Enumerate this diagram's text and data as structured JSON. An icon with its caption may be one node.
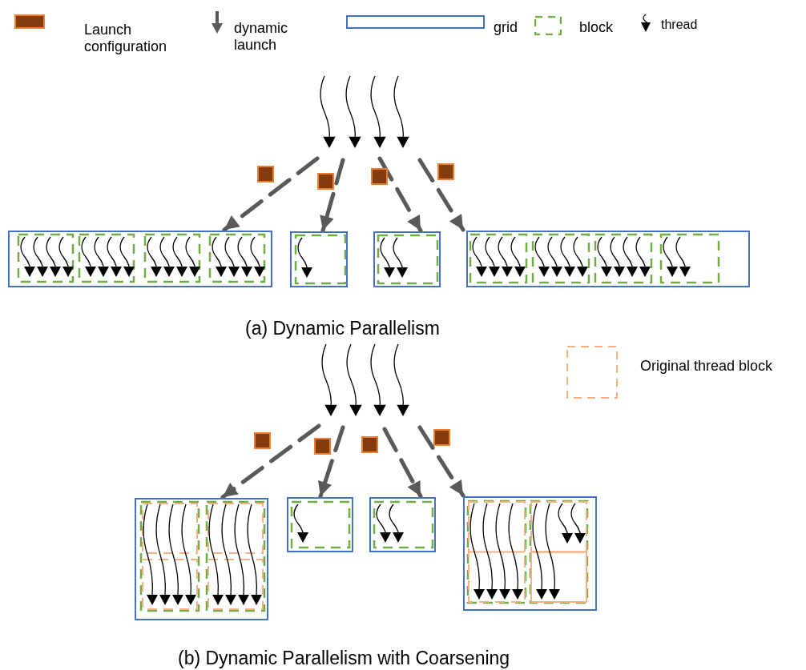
{
  "diagram": {
    "nodes": [
      {
        "text": [],
        "shape": "box"
      },
      {
        "text": [],
        "shape": "box"
      },
      {
        "text": [],
        "shape": "box"
      },
      {
        "text": [],
        "shape": "box"
      },
      {
        "text": [],
        "shape": "box"
      },
      {
        "text": [],
        "shape": "box"
      },
      {
        "text": [],
        "shape": "box"
      },
      {
        "text": [],
        "shape": "box"
      }
    ],
    "edges": [
      {
        "from": null,
        "to": 0,
        "arrow": "to",
        "style": "dashed"
      },
      {
        "from": null,
        "to": 1,
        "arrow": "to",
        "style": "dashed"
      },
      {
        "from": null,
        "to": 2,
        "arrow": "to",
        "style": "dashed"
      },
      {
        "from": null,
        "to": 3,
        "arrow": "to",
        "style": "dashed"
      },
      {
        "from": null,
        "to": 4,
        "arrow": "to",
        "style": "dashed"
      },
      {
        "from": null,
        "to": 5,
        "arrow": "to",
        "style": "dashed"
      },
      {
        "from": null,
        "to": 6,
        "arrow": "to",
        "style": "dashed"
      },
      {
        "from": null,
        "to": 7,
        "arrow": "to",
        "style": "dashed"
      }
    ],
    "labels": [
      "(a) Dynamic Parallelism",
      "(b) Dynamic Parallelism with Coarsening"
    ],
    "legend": [
      {
        "text": "Launch configuration",
        "color": "#843c0c"
      },
      {
        "text": "dynamic launch"
      },
      {
        "text": "grid"
      },
      {
        "text": "block"
      },
      {
        "text": "thread"
      },
      {
        "text": "Original thread block"
      }
    ]
  }
}
